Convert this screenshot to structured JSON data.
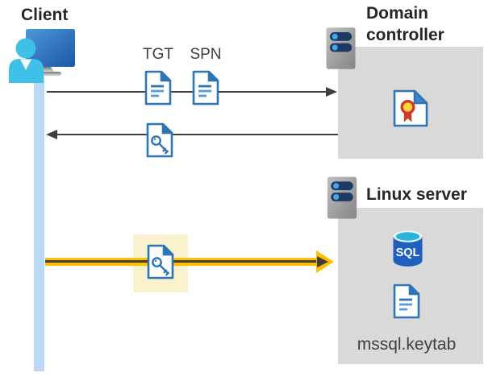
{
  "nodes": {
    "client": {
      "label": "Client",
      "icon": "monitor-user-icon"
    },
    "domain_controller": {
      "label": "Domain controller",
      "icon": "server-icon",
      "content_icon": "certificate-document-icon"
    },
    "linux_server": {
      "label": "Linux server",
      "icon": "server-icon",
      "content_icons": [
        "sql-database-icon",
        "document-icon"
      ]
    }
  },
  "tickets": {
    "tgt": "TGT",
    "spn": "SPN",
    "key_icon": "key-document-icon"
  },
  "database": {
    "label": "SQL"
  },
  "files": {
    "keytab": "mssql.keytab"
  },
  "flows": [
    {
      "from": "client",
      "to": "domain_controller",
      "style": "thin-gray-arrow",
      "items": [
        "TGT",
        "SPN"
      ]
    },
    {
      "from": "domain_controller",
      "to": "client",
      "style": "thin-gray-arrow",
      "items": [
        "key-document"
      ]
    },
    {
      "from": "client",
      "to": "linux_server",
      "style": "thick-yellow-black-arrow",
      "items": [
        "key-document-highlighted"
      ]
    }
  ],
  "colors": {
    "doc_blue": "#2e75b6",
    "doc_blue_light": "#5b9bd5",
    "timeline_blue": "#bdd8f6",
    "panel_gray": "#d9d9d9",
    "arrow_gray": "#3f3f3f",
    "arrow_yellow": "#ffc000",
    "highlight_yellow": "#faf2cf",
    "sql_blue": "#1e60c0",
    "sql_cyan": "#2bb3da",
    "cert_red": "#cd3a2a",
    "cert_yellow": "#ffd43c",
    "server_navy": "#1d3a66",
    "server_dot_blue": "#45a7e8",
    "person_cyan": "#3fc0e6",
    "title_text": "#262626"
  }
}
